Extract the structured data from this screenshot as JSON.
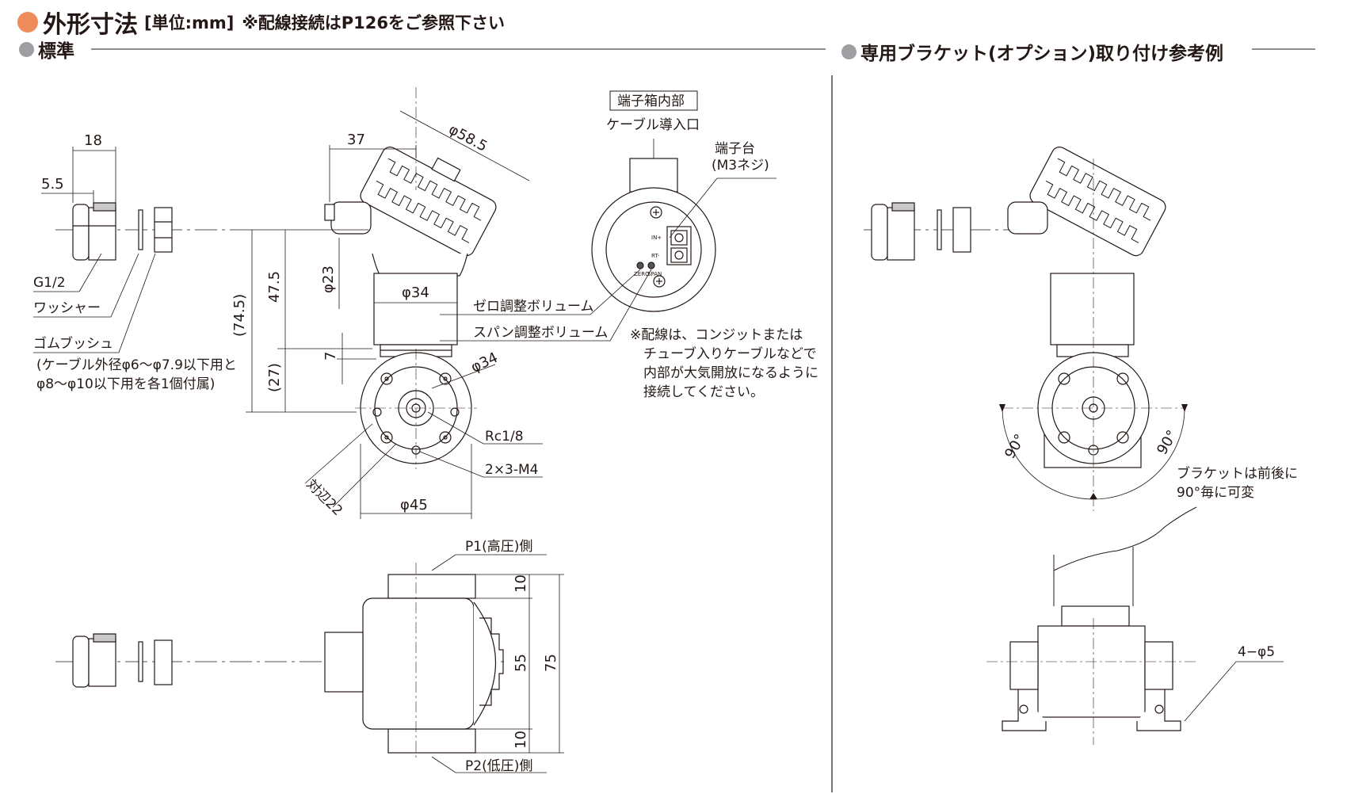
{
  "header": {
    "title": "外形寸法",
    "unit": "[単位:mm]",
    "note": "※配線接続はP126をご参照下さい"
  },
  "sections": {
    "standard": "標準",
    "bracket": "専用ブラケット(オプション)取り付け参考例"
  },
  "parts": {
    "g12": "G1/2",
    "washer": "ワッシャー",
    "bush": "ゴムブッシュ",
    "bush_note1": "(ケーブル外径φ6〜φ7.9以下用と",
    "bush_note2": "φ8〜φ10以下用を各1個付属)"
  },
  "dims": {
    "d18": "18",
    "d55": "5.5",
    "d37": "37",
    "d585": "φ58.5",
    "d23": "φ23",
    "d475": "47.5",
    "d745": "(74.5)",
    "d34a": "φ34",
    "d7": "7",
    "d27": "(27)",
    "d34b": "φ34",
    "rc18": "Rc1/8",
    "m4": "2×3-M4",
    "taihen": "対辺22",
    "d45": "φ45",
    "p1": "P1(高圧)側",
    "p2": "P2(低圧)側",
    "d10a": "10",
    "d55b": "55",
    "d75": "75",
    "d10b": "10",
    "hole": "4−φ5"
  },
  "terminal": {
    "box_title": "端子箱内部",
    "cable_inlet": "ケーブル導入口",
    "block": "端子台",
    "block_screw": "(M3ネジ)",
    "zero": "ゼロ調整ボリューム",
    "span": "スパン調整ボリューム",
    "in_plus": "IN+",
    "rt_minus": "RT-",
    "zero_small": "ZERO",
    "span_small": "SPAN",
    "note1": "※配線は、コンジットまたは",
    "note2": "チューブ入りケーブルなどで",
    "note3": "内部が大気開放になるように",
    "note4": "接続してください。"
  },
  "bracket": {
    "angle_left": "90°",
    "angle_right": "90°",
    "note1": "ブラケットは前後に",
    "note2": "90°毎に可変"
  }
}
